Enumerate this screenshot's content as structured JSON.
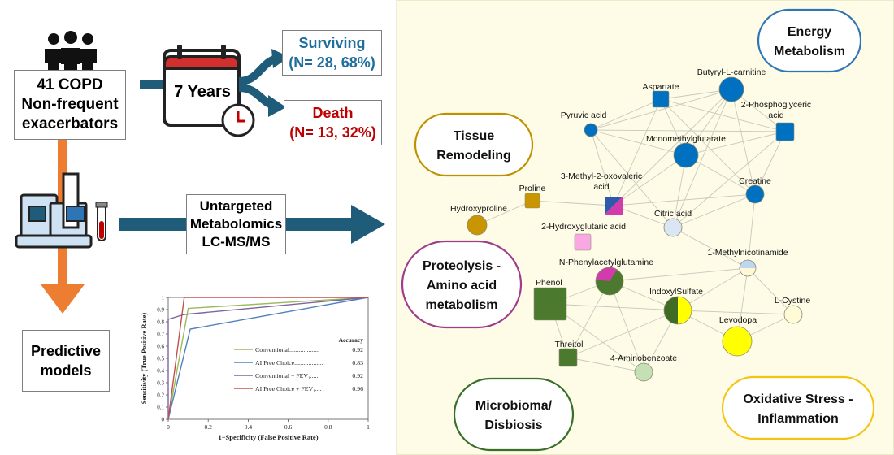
{
  "cohort": {
    "line1": "41 COPD",
    "line2": "Non-frequent",
    "line3": "exacerbators"
  },
  "timeline": {
    "label": "7 Years"
  },
  "outcomes": {
    "surviving": {
      "title": "Surviving",
      "count": "(N= 28, 68%)"
    },
    "death": {
      "title": "Death",
      "count": "(N= 13, 32%)"
    }
  },
  "method": {
    "line1": "Untargeted",
    "line2": "Metabolomics",
    "line3": "LC-MS/MS"
  },
  "models": {
    "line1": "Predictive",
    "line2": "models"
  },
  "chart_data": {
    "type": "line",
    "title": "",
    "xlabel": "1−Specificity (False Positive Rate)",
    "ylabel": "Sensitivity (True Positive Rate)",
    "xlim": [
      0,
      1
    ],
    "ylim": [
      0,
      1
    ],
    "x_ticks": [
      "0",
      "0.2",
      "0.4",
      "0.6",
      "0.8",
      "1"
    ],
    "y_ticks": [
      "0",
      "0.1",
      "0.2",
      "0.3",
      "0.4",
      "0.5",
      "0.6",
      "0.7",
      "0.8",
      "0.9",
      "1"
    ],
    "grid": false,
    "legend_title": "Accuracy",
    "legend_position": "bottom-right",
    "series": [
      {
        "name": "Conventional...................",
        "accuracy": "0.92",
        "color": "#9bbb59",
        "points": [
          [
            0,
            0
          ],
          [
            0.1,
            0.91
          ],
          [
            1,
            1
          ]
        ]
      },
      {
        "name": "AI Free Choice..................",
        "accuracy": "0.83",
        "color": "#4f81bd",
        "points": [
          [
            0,
            0
          ],
          [
            0.11,
            0.74
          ],
          [
            1,
            1
          ]
        ]
      },
      {
        "name": "Conventional + FEV₁......",
        "accuracy": "0.92",
        "color": "#8064a2",
        "points": [
          [
            0,
            0
          ],
          [
            0,
            0.82
          ],
          [
            0.08,
            0.86
          ],
          [
            1,
            1
          ]
        ]
      },
      {
        "name": "AI Free Choice + FEV₁....",
        "accuracy": "0.96",
        "color": "#c0504d",
        "points": [
          [
            0,
            0
          ],
          [
            0.08,
            1
          ],
          [
            1,
            1
          ]
        ]
      }
    ]
  },
  "categories": {
    "energy": {
      "label": "Energy\nMetabolism",
      "color": "#2e75b6"
    },
    "tissue": {
      "label": "Tissue\nRemodeling",
      "color": "#bf9000"
    },
    "proteolysis": {
      "label": "Proteolysis -\nAmino acid\nmetabolism",
      "color": "#9e3d8c"
    },
    "microbioma": {
      "label": "Microbioma/\nDisbiosis",
      "color": "#38702a"
    },
    "oxidative": {
      "label": "Oxidative Stress -\nInflammation",
      "color": "#f2c513"
    }
  },
  "metabolites": [
    {
      "label": "Butyryl-L-carnitine",
      "shape": "circle",
      "colors": [
        "#0070c0"
      ]
    },
    {
      "label": "Aspartate",
      "shape": "square",
      "colors": [
        "#0070c0"
      ]
    },
    {
      "label": "2-Phosphoglyceric\nacid",
      "shape": "square",
      "colors": [
        "#0070c0"
      ]
    },
    {
      "label": "Pyruvic acid",
      "shape": "circle",
      "colors": [
        "#0070c0"
      ]
    },
    {
      "label": "Monomethylglutarate",
      "shape": "circle",
      "colors": [
        "#0070c0"
      ]
    },
    {
      "label": "3-Methyl-2-oxovaleric\nacid",
      "shape": "square",
      "colors": [
        "#d23bab",
        "#2e5aac"
      ]
    },
    {
      "label": "Creatine",
      "shape": "circle",
      "colors": [
        "#0070c0"
      ]
    },
    {
      "label": "Proline",
      "shape": "square",
      "colors": [
        "#c99500"
      ]
    },
    {
      "label": "Hydroxyproline",
      "shape": "circle",
      "colors": [
        "#c99500"
      ]
    },
    {
      "label": "Citric acid",
      "shape": "circle",
      "colors": [
        "#dae6f4"
      ]
    },
    {
      "label": "2-Hydroxyglutaric acid",
      "shape": "square",
      "colors": [
        "#f9a8e2"
      ]
    },
    {
      "label": "1-Methylnicotinamide",
      "shape": "circle",
      "colors": [
        "#bdd7ee",
        "#fff7d6"
      ]
    },
    {
      "label": "N-Phenylacetylglutamine",
      "shape": "circle",
      "colors": [
        "#d23bab",
        "#4b7a2e"
      ]
    },
    {
      "label": "Phenol",
      "shape": "square",
      "colors": [
        "#4b7a2e"
      ]
    },
    {
      "label": "IndoxylSulfate",
      "shape": "circle",
      "colors": [
        "#3f6b25",
        "#ffff00"
      ]
    },
    {
      "label": "L-Cystine",
      "shape": "circle",
      "colors": [
        "#fffbd6"
      ]
    },
    {
      "label": "Levodopa",
      "shape": "circle",
      "colors": [
        "#ffff00"
      ]
    },
    {
      "label": "Threitol",
      "shape": "square",
      "colors": [
        "#4b7a2e"
      ]
    },
    {
      "label": "4-Aminobenzoate",
      "shape": "circle",
      "colors": [
        "#c5e0b4"
      ]
    }
  ],
  "colors": {
    "right_panel_bg": "#fefce6",
    "arrow_teal": "#1f5c7a",
    "arrow_orange": "#ed7d31",
    "surviving_text": "#1f6f9e",
    "death_text": "#c00000"
  }
}
